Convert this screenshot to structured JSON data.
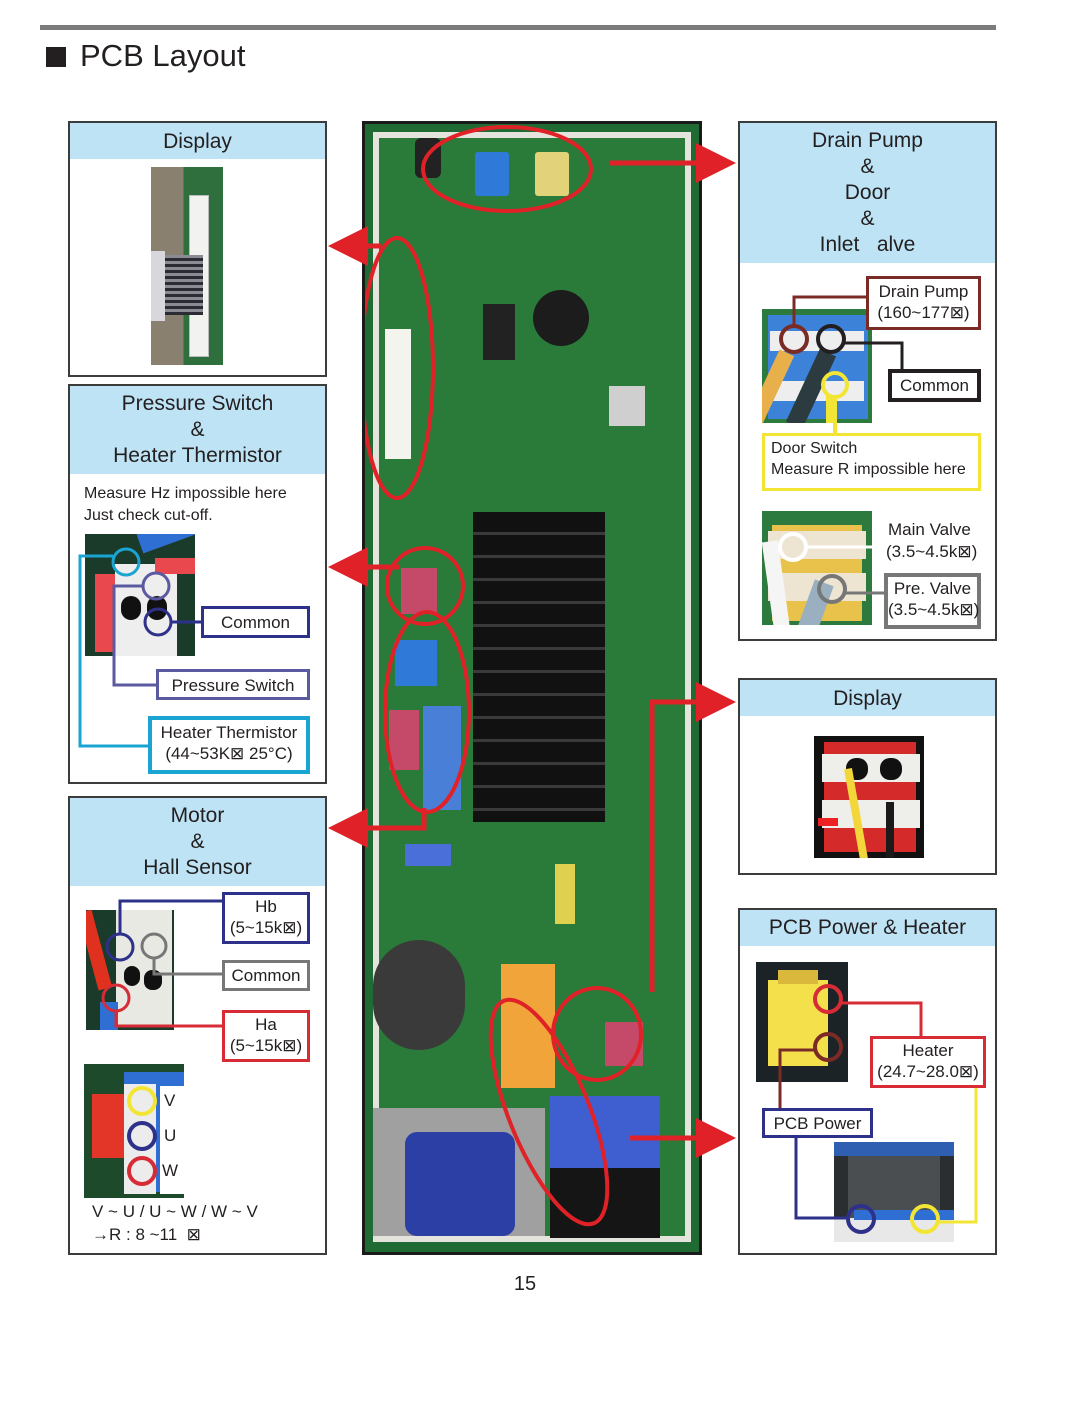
{
  "page": {
    "title": "PCB Layout",
    "page_number": "15"
  },
  "panels": {
    "display_left": {
      "header": "Display"
    },
    "pressure": {
      "header_lines": [
        "Pressure Switch",
        "&",
        "Heater Thermistor"
      ],
      "note_lines": [
        "Measure Hz impossible here",
        "Just check cut-off."
      ],
      "labels": {
        "common": "Common",
        "pressure_switch": "Pressure Switch",
        "heater_thermistor_line1": "Heater Thermistor",
        "heater_thermistor_line2": "(44~53K⊠ 25°C)"
      }
    },
    "motor": {
      "header_lines": [
        "Motor",
        "&",
        "Hall Sensor"
      ],
      "labels": {
        "hb_line1": "Hb",
        "hb_line2": "(5~15k⊠)",
        "common": "Common",
        "ha_line1": "Ha",
        "ha_line2": "(5~15k⊠)"
      },
      "phase_labels": [
        "V",
        "U",
        "W"
      ],
      "formula_line1": "V ~ U / U ~ W / W ~ V",
      "formula_line2": "→R : 8 ~11  ⊠"
    },
    "drain": {
      "header_lines": [
        "Drain Pump",
        "&",
        "Door",
        "&",
        "Inlet   alve"
      ],
      "labels": {
        "drain_pump_line1": "Drain Pump",
        "drain_pump_line2": "(160~177⊠)",
        "common": "Common",
        "door_switch_line1": "Door Switch",
        "door_switch_line2": "Measure R impossible here",
        "main_valve_line1": "Main Valve",
        "main_valve_line2": "(3.5~4.5k⊠)",
        "pre_valve_line1": "Pre. Valve",
        "pre_valve_line2": "(3.5~4.5k⊠)"
      }
    },
    "display_right": {
      "header": "Display"
    },
    "power": {
      "header": "PCB Power & Heater",
      "labels": {
        "heater_line1": "Heater",
        "heater_line2": "(24.7~28.0⊠)",
        "pcb_power": "PCB Power"
      }
    }
  },
  "colors": {
    "header_bg": "#bde3f5",
    "marker_red": "#e02228",
    "wire_brown": "#7b2b25",
    "wire_black": "#231f20",
    "wire_yellow": "#f3e535",
    "wire_gray": "#777777",
    "wire_cyan": "#1aa4d2",
    "wire_navy": "#2e3189",
    "wire_purple": "#5b5aa0"
  }
}
